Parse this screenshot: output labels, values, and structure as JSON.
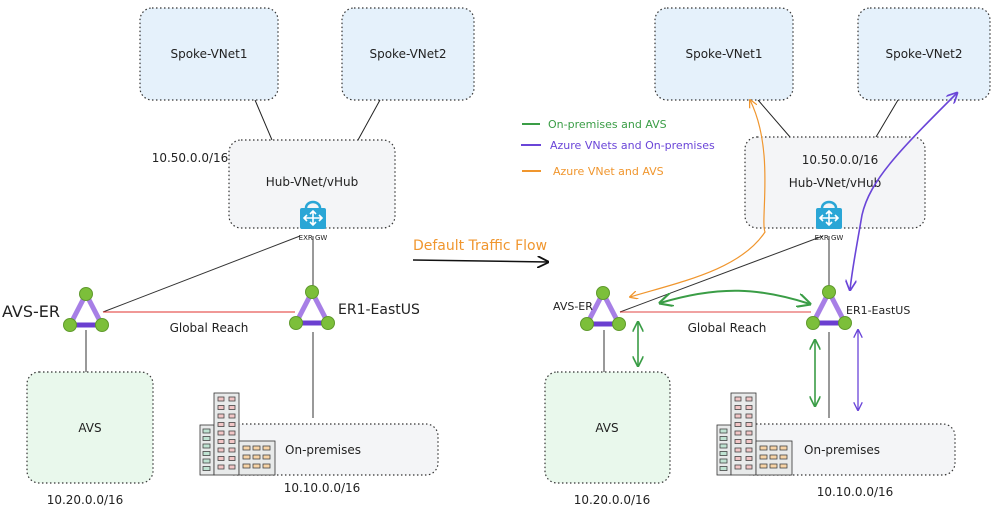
{
  "left": {
    "spoke1": "Spoke-VNet1",
    "spoke2": "Spoke-VNet2",
    "hub": "Hub-VNet/vHub",
    "hub_cidr": "10.50.0.0/16",
    "gateway": "EXR GW",
    "avs_er": "AVS-ER",
    "er1": "ER1-EastUS",
    "global_reach": "Global Reach",
    "avs": "AVS",
    "avs_cidr": "10.20.0.0/16",
    "onprem": "On-premises",
    "onprem_cidr": "10.10.0.0/16"
  },
  "middle": {
    "title": "Default Traffic Flow"
  },
  "right": {
    "spoke1": "Spoke-VNet1",
    "spoke2": "Spoke-VNet2",
    "hub": "Hub-VNet/vHub",
    "hub_cidr": "10.50.0.0/16",
    "gateway": "EXR GW",
    "avs_er": "AVS-ER",
    "er1": "ER1-EastUS",
    "global_reach": "Global Reach",
    "avs": "AVS",
    "avs_cidr": "10.20.0.0/16",
    "onprem": "On-premises",
    "onprem_cidr": "10.10.0.0/16"
  },
  "legend": [
    {
      "label": "On-premises and AVS",
      "color": "#3a9d46"
    },
    {
      "label": "Azure VNets and On-premises",
      "color": "#6a45d8"
    },
    {
      "label": "Azure VNet and AVS",
      "color": "#f0962e"
    }
  ],
  "colors": {
    "vnet_fill": "#e5f1fb",
    "avs_fill": "#e9f8ec",
    "onprem_fill": "#f4f5f7",
    "global_reach": "#e0302e",
    "title": "#f0962e"
  }
}
